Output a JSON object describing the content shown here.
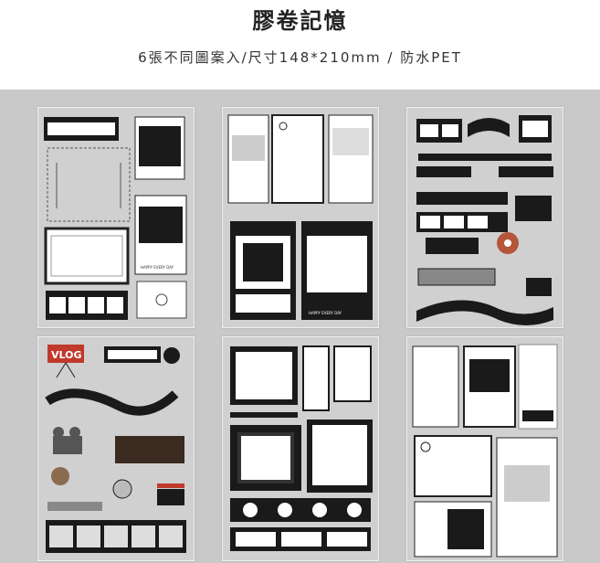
{
  "header": {
    "title": "膠卷記憶",
    "subtitle": "6張不同圖案入/尺寸148*210mm / 防水PET"
  },
  "sheets": [
    {
      "design": "camera-viewfinder-frames"
    },
    {
      "design": "phone-screen-frames",
      "caption": "HAPPY EVERY DAY"
    },
    {
      "design": "film-strips"
    },
    {
      "design": "vlog-cinema-icons",
      "vlog_label": "VLOG"
    },
    {
      "design": "film-frames-play"
    },
    {
      "design": "social-post-frames"
    }
  ],
  "colors": {
    "background": "#c9c9c9",
    "sheet": "#d0d0d0",
    "ink": "#1a1a1a",
    "accent_red": "#c0392b"
  }
}
